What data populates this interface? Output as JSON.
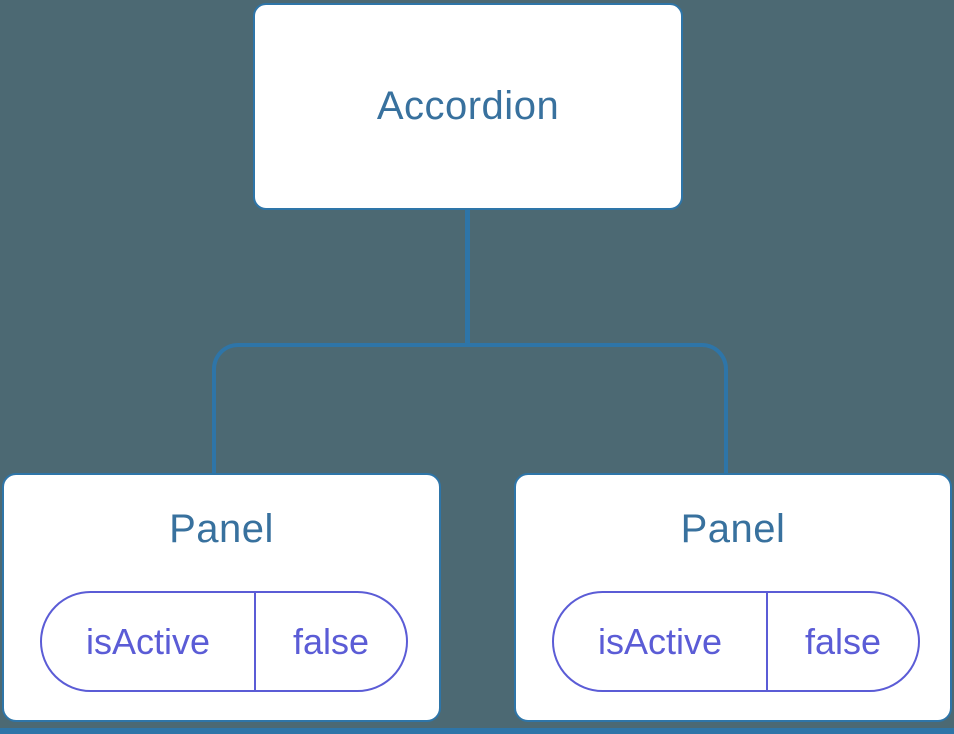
{
  "tree": {
    "root": {
      "label": "Accordion"
    },
    "children": [
      {
        "label": "Panel",
        "state": {
          "key": "isActive",
          "value": "false"
        }
      },
      {
        "label": "Panel",
        "state": {
          "key": "isActive",
          "value": "false"
        }
      }
    ]
  },
  "colors": {
    "background": "#4c6973",
    "connector": "#2e75a8",
    "node-border": "#2e75a8",
    "node-bg": "#ffffff",
    "node-text": "#38719e",
    "state-accent": "#5b5cd6"
  }
}
